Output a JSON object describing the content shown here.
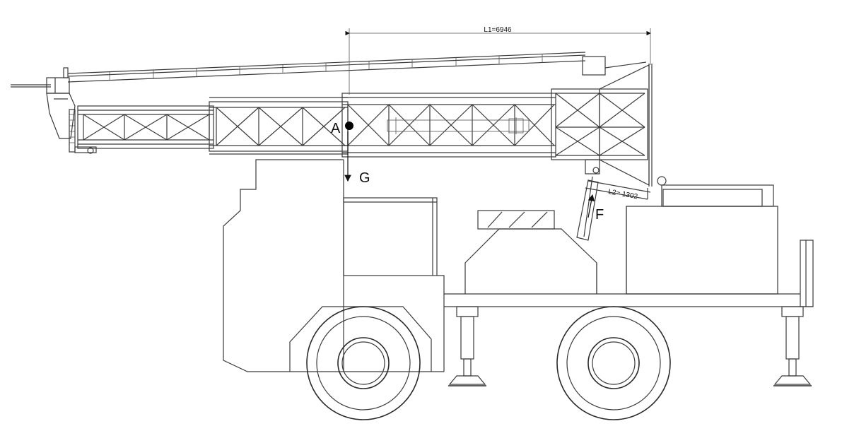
{
  "labels": {
    "a": "A",
    "g": "G",
    "f": "F",
    "l1": "L1=6946",
    "l2": "L2= 1302"
  }
}
